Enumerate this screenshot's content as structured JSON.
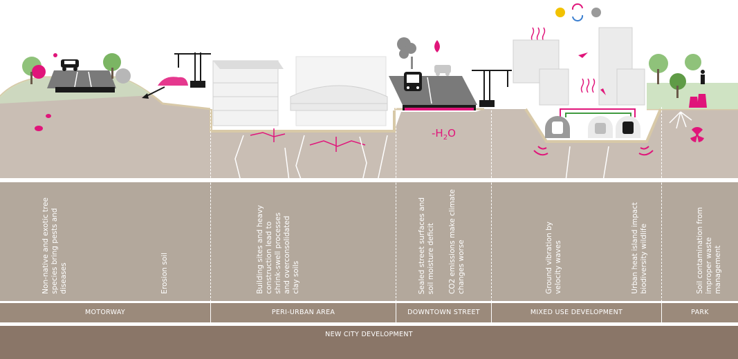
{
  "colors": {
    "accent": "#e0157a",
    "ground": "#c9beb4",
    "panel": "#b3a89c",
    "category_bar": "#9b8a7b",
    "bottom_bar": "#8a7668",
    "grass": "#cfe3c3"
  },
  "scene": {
    "formula_prefix": "-H",
    "formula_sub": "2",
    "formula_suffix": "O"
  },
  "descriptions": [
    {
      "id": "pests",
      "text": "Non-native and exotic tree\nspecies bring pests and\ndiseases"
    },
    {
      "id": "erosion",
      "text": "Erosion soil"
    },
    {
      "id": "shrink",
      "text": "Building sites and heavy\nconstruction lead to\nshrink-swell processes\nand overconsolidated\nclay soils"
    },
    {
      "id": "sealed",
      "text": "Sealed street surfaces and\nsoil moisture deficit"
    },
    {
      "id": "co2",
      "text": "CO2 emissions make climate\nchanges worse"
    },
    {
      "id": "vibration",
      "text": "Ground vibration by\nvelocity waves"
    },
    {
      "id": "heat",
      "text": "Urban heat island impact\nbiodiversity wildlife"
    },
    {
      "id": "contamination",
      "text": "Soil contamination from\nimproper waste\nmanagement"
    }
  ],
  "categories": [
    {
      "id": "motorway",
      "label": "MOTORWAY"
    },
    {
      "id": "peri-urban",
      "label": "PERI-URBAN AREA"
    },
    {
      "id": "downtown",
      "label": "DOWNTOWN STREET"
    },
    {
      "id": "mixed-use",
      "label": "MIXED USE DEVELOPMENT"
    },
    {
      "id": "park",
      "label": "PARK"
    }
  ],
  "footer": {
    "label": "NEW CITY DEVELOPMENT"
  },
  "icons": [
    "car-icon",
    "tree-icon",
    "bug-icon",
    "crane-icon",
    "soil-pile-icon",
    "building-icon",
    "stadium-icon",
    "smoke-icon",
    "bus-icon",
    "droplet-icon",
    "sun-icon",
    "cycle-icon",
    "moon-icon",
    "heat-waves-icon",
    "bird-icon",
    "train-icon",
    "person-icon",
    "waste-bag-icon",
    "radiation-icon",
    "roots-icon"
  ]
}
